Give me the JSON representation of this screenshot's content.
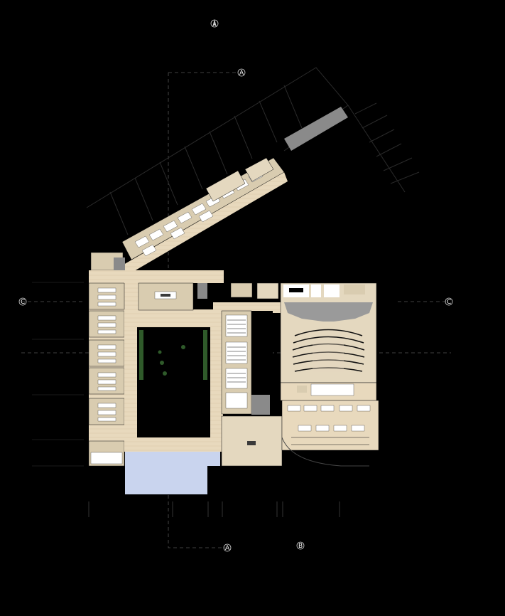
{
  "diagram": {
    "type": "architectural-floor-plan",
    "background_color": "#000000",
    "colors": {
      "floor": "#e8d9bd",
      "floor_light": "#efe4cf",
      "room": "#d9ccb0",
      "furniture": "#ffffff",
      "gray_block": "#8a8a8a",
      "dark_block": "#3a3a3a",
      "courtyard": "#000000",
      "planting": "#2f5a2a",
      "water": "#c9d4ee",
      "line": "#222222",
      "marker": "#cccccc"
    },
    "section_markers": [
      {
        "id": "north-arrow",
        "label": ""
      },
      {
        "id": "section-a-top",
        "label": "A"
      },
      {
        "id": "section-a-bottom",
        "label": "A"
      },
      {
        "id": "section-b-bottom",
        "label": "B"
      },
      {
        "id": "section-c-left",
        "label": "C"
      },
      {
        "id": "section-c-right",
        "label": "C"
      }
    ],
    "zones": [
      {
        "name": "diagonal-classroom-wing"
      },
      {
        "name": "west-classroom-wing"
      },
      {
        "name": "central-courtyard"
      },
      {
        "name": "lecture-halls"
      },
      {
        "name": "auditorium"
      },
      {
        "name": "canteen"
      },
      {
        "name": "pool"
      }
    ]
  }
}
